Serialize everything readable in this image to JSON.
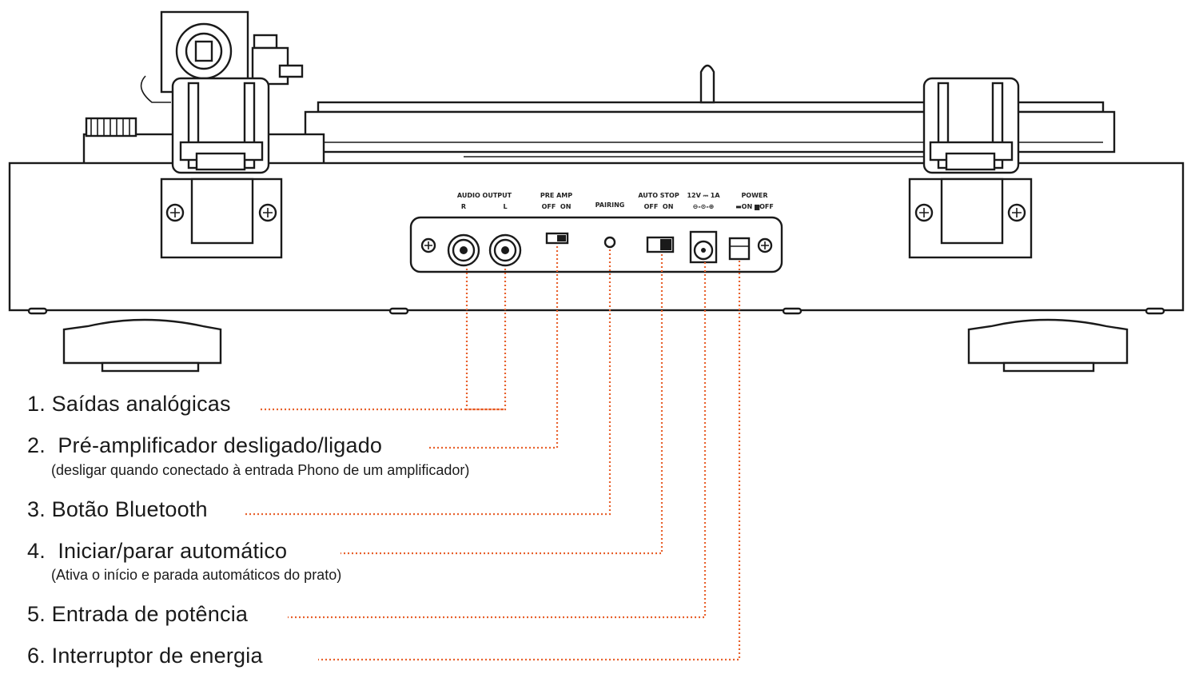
{
  "panel_labels": {
    "audio_output": "AUDIO OUTPUT",
    "audio_r": "R",
    "audio_l": "L",
    "pre_amp": "PRE AMP",
    "pre_amp_states": "OFF  ON",
    "pairing": "PAIRING",
    "auto_stop": "AUTO STOP",
    "auto_stop_states": "OFF  ON",
    "dc_rating": "12V ⎓ 1A",
    "dc_polarity": "⊖-⊙-⊕",
    "power": "POWER",
    "power_states": "▬ON ▆OFF"
  },
  "legend": [
    {
      "number": "1.",
      "label": "Saídas analógicas",
      "note": ""
    },
    {
      "number": "2.",
      "label": " Pré-amplificador desligado/ligado",
      "note": "(desligar quando conectado à entrada Phono de um amplificador)"
    },
    {
      "number": "3.",
      "label": "Botão Bluetooth",
      "note": ""
    },
    {
      "number": "4.",
      "label": " Iniciar/parar automático",
      "note": "(Ativa o início e parada automáticos do prato)"
    },
    {
      "number": "5.",
      "label": "Entrada de potência",
      "note": ""
    },
    {
      "number": "6.",
      "label": "Interruptor de energia",
      "note": ""
    }
  ],
  "colors": {
    "leader_line": "#e8612c",
    "outline": "#1a1a1a",
    "background": "#ffffff"
  }
}
